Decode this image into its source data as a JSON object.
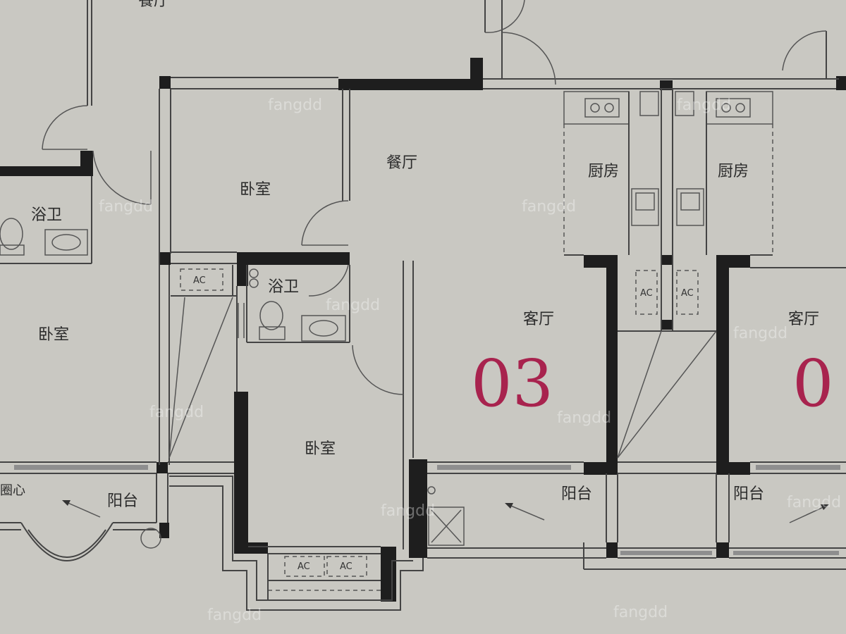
{
  "rooms": {
    "bedroom_top": "卧室",
    "dining": "餐厅",
    "kitchen_a": "厨房",
    "kitchen_b": "厨房",
    "bath_left": "浴卫",
    "bath_center": "浴卫",
    "bedroom_left": "卧室",
    "living_main": "客厅",
    "living_right": "客厅",
    "bedroom_center": "卧室",
    "balcony_left": "阳台",
    "balcony_center": "阳台",
    "balcony_right": "阳台",
    "top_cut_label": "餐厅",
    "left_cut_label": "圈心"
  },
  "unit_numbers": {
    "main": "03",
    "right": "0"
  },
  "ac_label": "AC",
  "watermark": "fangdd",
  "colors": {
    "paper": "#c9c8c2",
    "wall": "#1e1e1e",
    "unit_number": "#a8234e"
  }
}
